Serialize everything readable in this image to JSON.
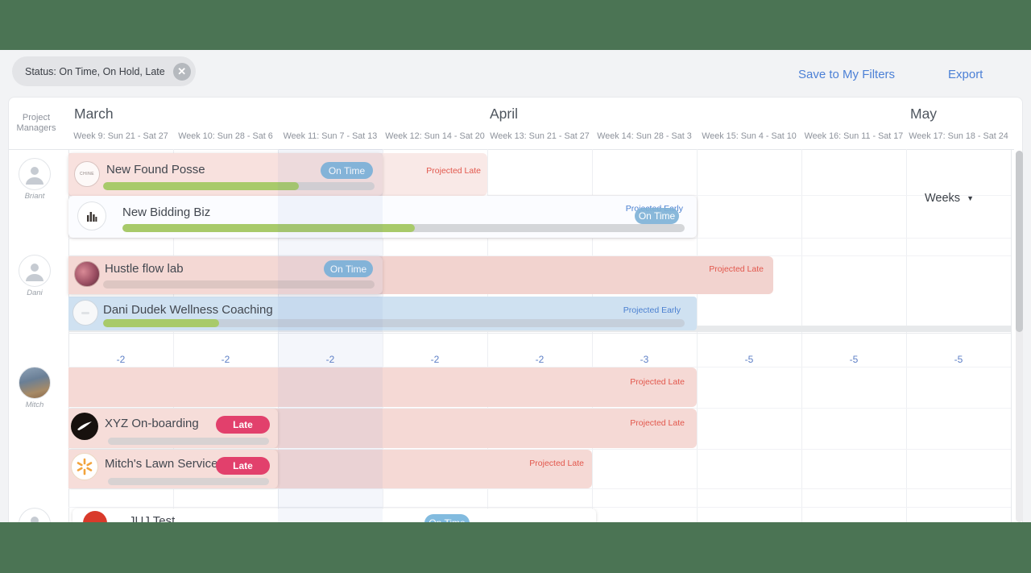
{
  "filter_bar": {
    "chip_label": "Status: On Time, On Hold, Late",
    "close_glyph": "✕",
    "save_label": "Save to My Filters",
    "export_label": "Export"
  },
  "header": {
    "pm_label": "Project\nManagers",
    "months": [
      "March",
      "April",
      "May"
    ],
    "weeks": [
      "Week 9: Sun 21 - Sat 27",
      "Week 10: Sun 28 - Sat 6",
      "Week 11: Sun 7 - Sat 13",
      "Week 12: Sun 14 - Sat 20",
      "Week 13: Sun 21 - Sat 27",
      "Week 14: Sun 28 - Sat 3",
      "Week 15: Sun 4 - Sat 10",
      "Week 16: Sun 11 - Sat 17",
      "Week 17: Sun 18 - Sat 24"
    ]
  },
  "weeks_dropdown": {
    "label": "Weeks",
    "caret": "▼"
  },
  "pms": [
    {
      "name": "Briant"
    },
    {
      "name": "Dani"
    },
    {
      "name": "Mitch"
    }
  ],
  "deltas": [
    "-2",
    "-2",
    "-2",
    "-2",
    "-2",
    "-3",
    "-5",
    "-5",
    "-5"
  ],
  "projects": {
    "new_found_posse": {
      "name": "New Found Posse",
      "status": "On Time",
      "projected": "Projected Late",
      "progress": 72,
      "logo_text": "CHINE"
    },
    "new_bidding_biz": {
      "name": "New Bidding Biz",
      "status": "On Time",
      "projected": "Projected Early",
      "progress": 52
    },
    "hustle_flow_lab": {
      "name": "Hustle flow lab",
      "status": "On Time",
      "projected": "Projected Late",
      "progress": 0
    },
    "dani_dudek": {
      "name": "Dani Dudek Wellness Coaching",
      "projected": "Projected Early",
      "progress": 20
    },
    "hidden_row": {
      "projected": "Projected Late"
    },
    "xyz": {
      "name": "XYZ On-boarding",
      "status": "Late",
      "projected": "Projected Late",
      "progress": 0
    },
    "mitch_lawn": {
      "name": "Mitch's Lawn Service",
      "status": "Late",
      "projected": "Projected Late",
      "progress": 0
    },
    "juj": {
      "name": "JUJ Test",
      "status": "On Time"
    }
  },
  "colors": {
    "frame_green": "#4b7454",
    "on_time_blue": "#86b7da",
    "late_pink": "#e2406c",
    "projected_late_red": "#e2574c",
    "projected_early_blue": "#4a7fd0",
    "progress_green": "#a8ca6a",
    "row_pink": "#f5d9d5",
    "row_blue": "#cfe1f1",
    "link_blue": "#4c80d6"
  }
}
